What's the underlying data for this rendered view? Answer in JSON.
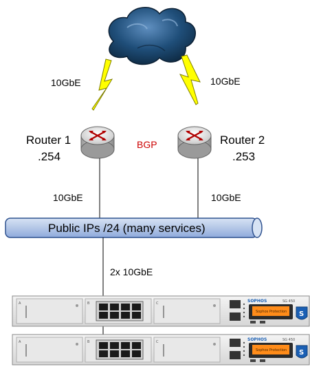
{
  "links": {
    "uplink_left": "10GbE",
    "uplink_right": "10GbE",
    "router1_to_bus": "10GbE",
    "router2_to_bus": "10GbE",
    "bus_to_firewalls": "2x 10GbE"
  },
  "routers": [
    {
      "name": "Router 1",
      "ip": ".254"
    },
    {
      "name": "Router 2",
      "ip": ".253"
    }
  ],
  "protocol": {
    "label": "BGP",
    "color": "#cc0000"
  },
  "bus": {
    "label": "Public IPs /24 (many services)",
    "color": "#b4c7e7"
  },
  "appliances": [
    {
      "brand": "SOPHOS",
      "model": "SG 450",
      "lcd": "Sophos Protection",
      "slots": [
        "A",
        "B",
        "C"
      ]
    },
    {
      "brand": "SOPHOS",
      "model": "SG 450",
      "lcd": "Sophos Protection",
      "slots": [
        "A",
        "B",
        "C"
      ]
    }
  ],
  "colors": {
    "lightning": "#ffff00",
    "cloud": "#1f4e79",
    "brand": "#1a5fb4",
    "lcd": "#ff8c1a"
  },
  "icons": [
    "cloud-icon",
    "lightning-icon",
    "router-icon",
    "firewall-appliance-icon"
  ]
}
